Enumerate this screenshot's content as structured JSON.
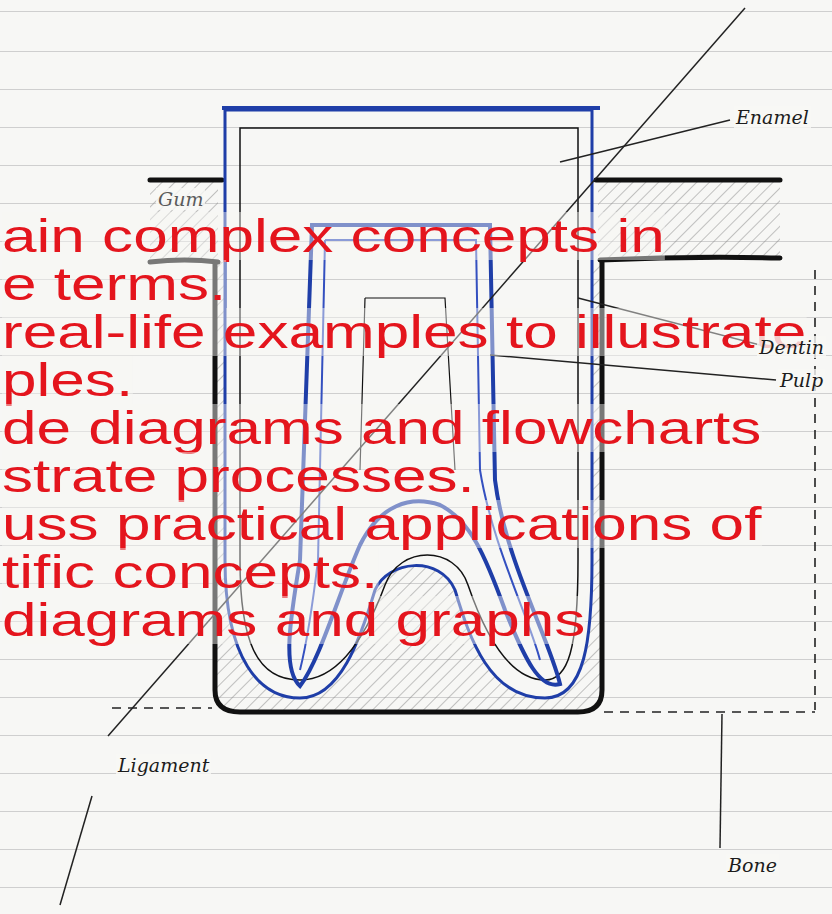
{
  "diagram": {
    "labels": [
      "Enamel",
      "Gum",
      "ain complex concepts in",
      "e terms.",
      "real-life examples to illustrate",
      "Dentin",
      "ples.",
      "Pulp",
      "de diagrams and flowcharts",
      "strate processes.",
      "uss practical applications of",
      "tific concepts.",
      "diagrams and graphs",
      "Ligament",
      "Bone"
    ]
  }
}
